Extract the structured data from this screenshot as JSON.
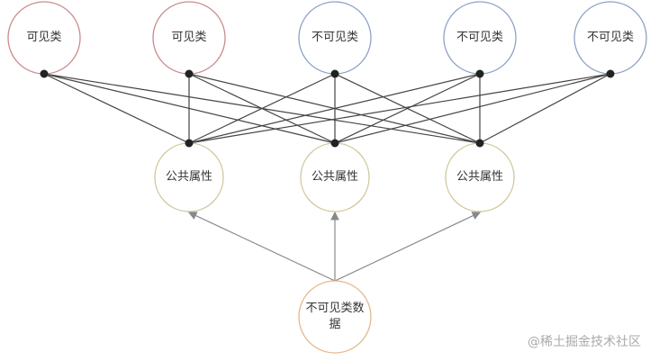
{
  "top_nodes": [
    {
      "label": "可见类",
      "color": "#c98b8f"
    },
    {
      "label": "可见类",
      "color": "#c98b8f"
    },
    {
      "label": "不可见类",
      "color": "#8ea2c6"
    },
    {
      "label": "不可见类",
      "color": "#8ea2c6"
    },
    {
      "label": "不可见类",
      "color": "#8ea2c6"
    }
  ],
  "middle_nodes": [
    {
      "label": "公共属性",
      "color": "#cfc89e"
    },
    {
      "label": "公共属性",
      "color": "#cfc89e"
    },
    {
      "label": "公共属性",
      "color": "#cfc89e"
    }
  ],
  "bottom_node": {
    "label": "不可见类数据",
    "color": "#e2b98e"
  },
  "watermark": "@稀土掘金技术社区"
}
